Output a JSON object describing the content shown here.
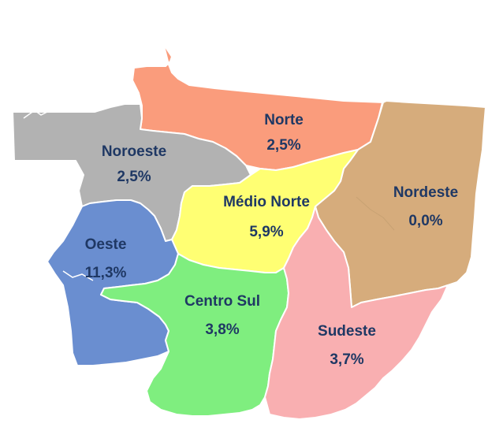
{
  "map": {
    "regions": {
      "norte": {
        "name": "Norte",
        "value": "2,5%",
        "color": "#FA9C7C"
      },
      "noroeste": {
        "name": "Noroeste",
        "value": "2,5%",
        "color": "#B2B2B2"
      },
      "nordeste": {
        "name": "Nordeste",
        "value": "0,0%",
        "color": "#D6AC7C"
      },
      "medio_norte": {
        "name": "Médio Norte",
        "value": "5,9%",
        "color": "#FFFF73"
      },
      "oeste": {
        "name": "Oeste",
        "value": "11,3%",
        "color": "#6A8ED0"
      },
      "centro_sul": {
        "name": "Centro Sul",
        "value": "3,8%",
        "color": "#7FEE7F"
      },
      "sudeste": {
        "name": "Sudeste",
        "value": "3,7%",
        "color": "#F9AFB1"
      }
    },
    "label_color": "#1F3864",
    "border_color": "#FFFFFF"
  }
}
